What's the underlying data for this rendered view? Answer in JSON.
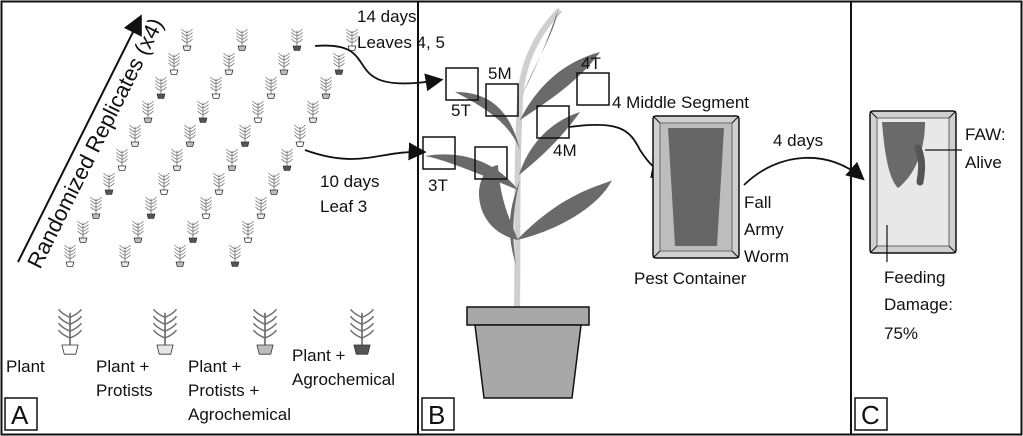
{
  "panel_a": {
    "letter": "A",
    "replicates_label": "Randomized Replicates (x4)",
    "d14_line1": "14 days",
    "d14_line2": "Leaves 4, 5",
    "d10_line1": "10 days",
    "d10_line2": "Leaf 3",
    "legend": {
      "plant": "Plant",
      "protists_l1": "Plant +",
      "protists_l2": "Protists",
      "agro_both_l1": "Plant +",
      "agro_both_l2": "Protists +",
      "agro_both_l3": "Agrochemical",
      "agro_l1": "Plant +",
      "agro_l2": "Agrochemical"
    }
  },
  "panel_b": {
    "letter": "B",
    "seg_5m": "5M",
    "seg_4t": "4T",
    "seg_5t": "5T",
    "seg_middle": "4 Middle Segment",
    "seg_4m": "4M",
    "seg_3t": "3T",
    "pest_container": "Pest Container",
    "faw_l1": "Fall",
    "faw_l2": "Army",
    "faw_l3": "Worm",
    "days": "4 days"
  },
  "panel_c": {
    "letter": "C",
    "faw_label": "FAW:",
    "faw_status": "Alive",
    "damage_l1": "Feeding",
    "damage_l2": "Damage:",
    "damage_value": "75%"
  },
  "colors": {
    "pot_plain": "#ffffff",
    "pot_protists": "#e6e6e6",
    "pot_both": "#bdbdbd",
    "pot_agro": "#555555",
    "leaf": "#707070",
    "pot_big": "#a8a8a8",
    "frame": "#9a9a9a"
  }
}
